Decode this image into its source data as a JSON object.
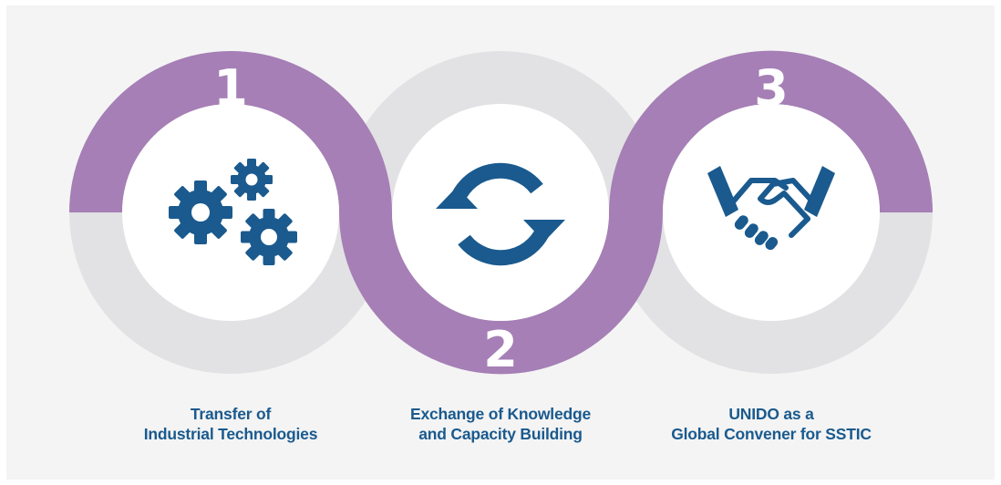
{
  "steps": [
    {
      "number": "1",
      "icon": "gears-icon",
      "caption_line1": "Transfer of",
      "caption_line2": "Industrial Technologies"
    },
    {
      "number": "2",
      "icon": "refresh-cycle-icon",
      "caption_line1": "Exchange of Knowledge",
      "caption_line2": "and Capacity Building"
    },
    {
      "number": "3",
      "icon": "handshake-icon",
      "caption_line1": "UNIDO as a",
      "caption_line2": "Global Convener for SSTIC"
    }
  ],
  "colors": {
    "background": "#f4f4f4",
    "ring_gray": "#e2e2e4",
    "ring_purple": "#a57fb5",
    "icon_blue": "#1a5a8e",
    "caption_blue": "#1a5a8e",
    "number_white": "#ffffff"
  }
}
